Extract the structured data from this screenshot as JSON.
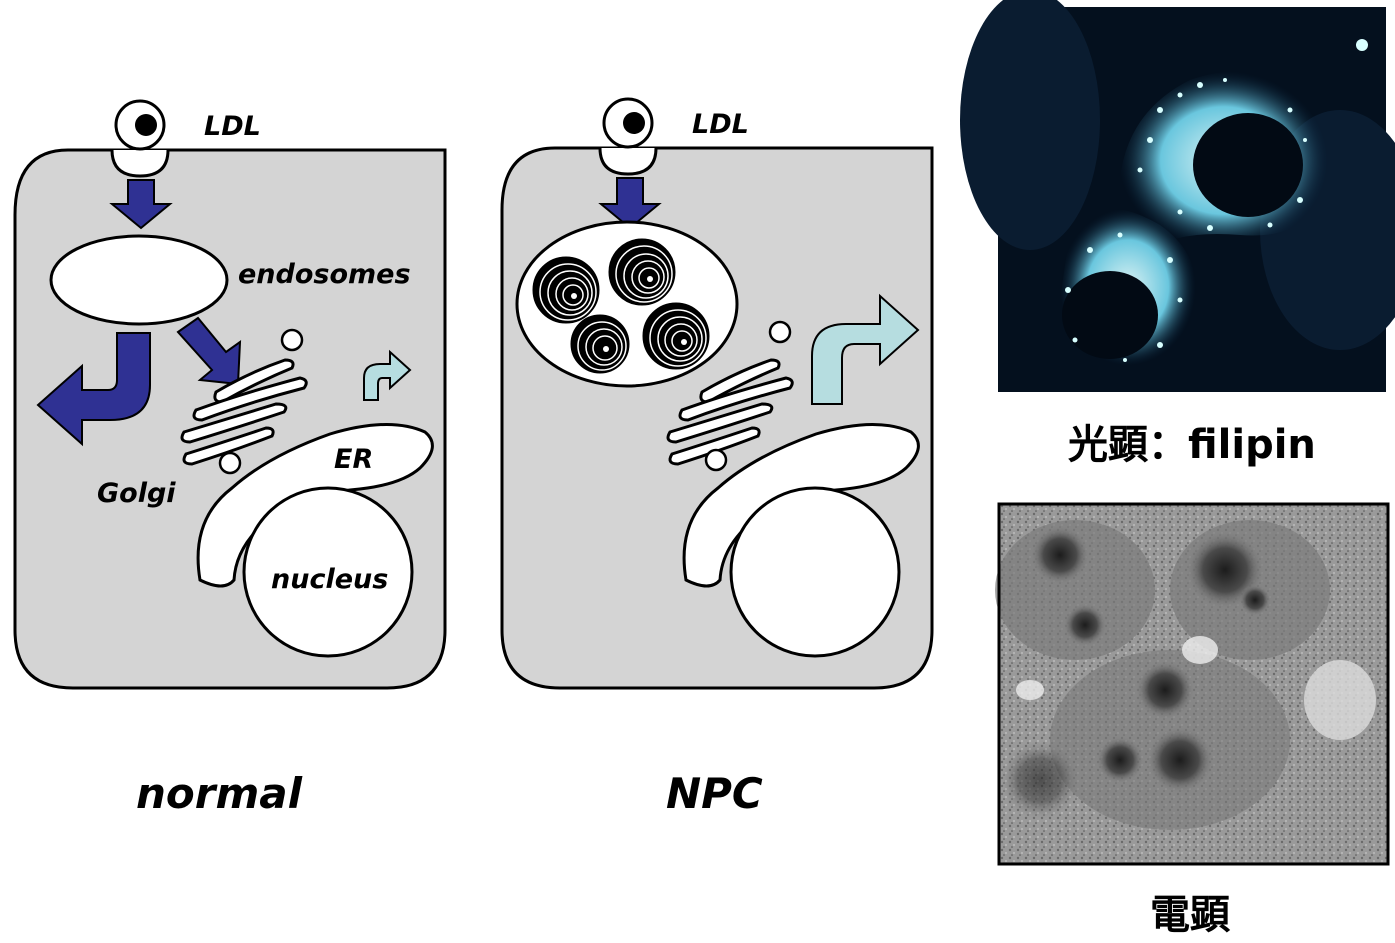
{
  "normal_panel": {
    "ldl": "LDL",
    "endosomes": "endosomes",
    "er": "ER",
    "golgi": "Golgi",
    "nucleus": "nucleus",
    "caption": "normal"
  },
  "npc_panel": {
    "ldl": "LDL",
    "caption": "NPC"
  },
  "micrographs": {
    "light_caption": "光顕：filipin",
    "em_caption": "電顕"
  },
  "colors": {
    "cell_fill": "#d4d4d4",
    "arrow_blue": "#2f3193",
    "arrow_cyan": "#b6dde0",
    "fluorescence_bg": "#04101e",
    "fluorescence_signal": "#b8f0ff"
  }
}
